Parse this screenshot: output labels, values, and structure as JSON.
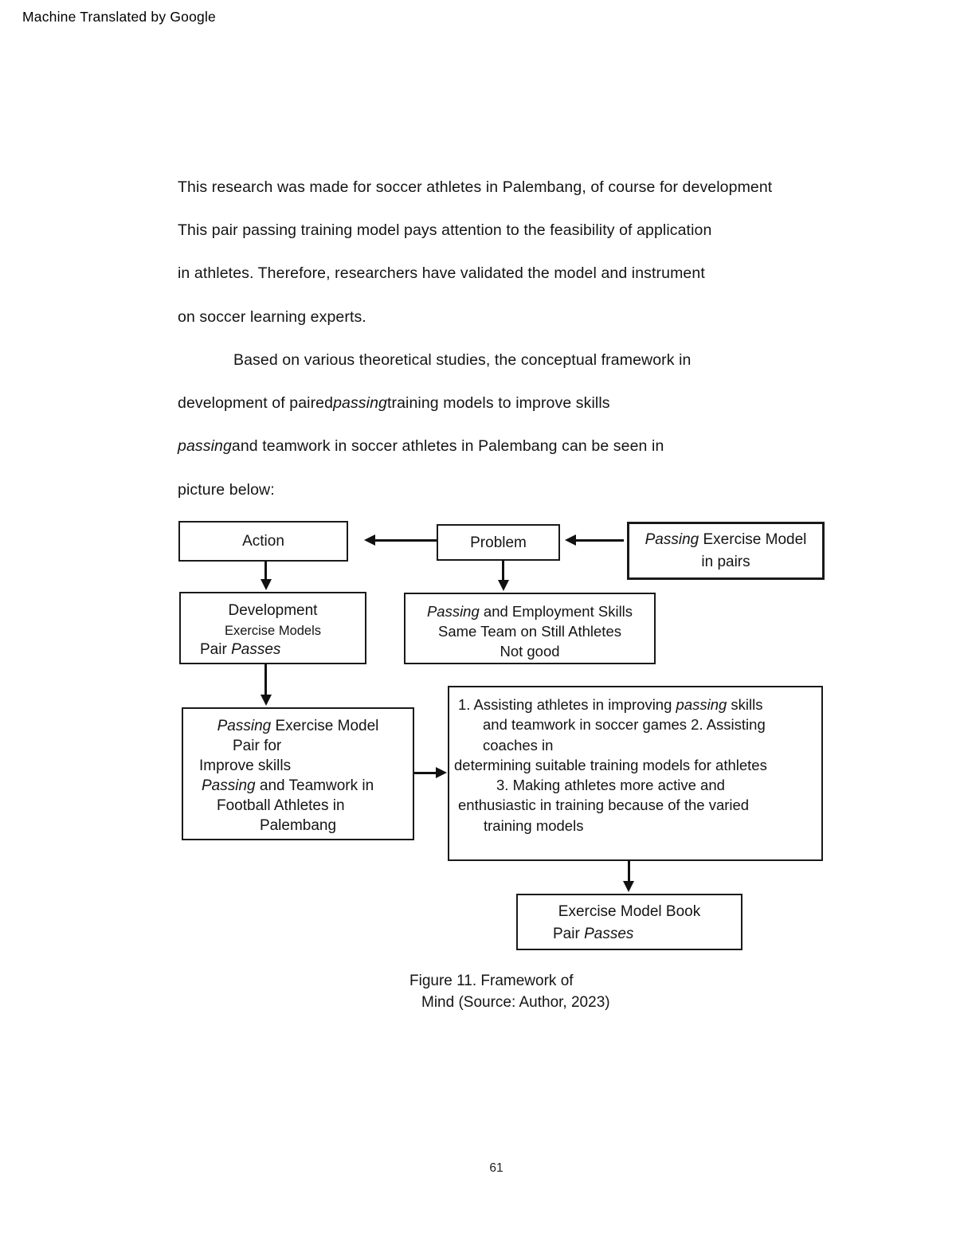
{
  "watermark": "Machine Translated by Google",
  "body": {
    "lines": [
      [
        {
          "text": "This research was made for soccer athletes in Palembang, of course for development"
        }
      ],
      [
        {
          "text": "This pair passing training model pays attention to the feasibility of application"
        }
      ],
      [
        {
          "text": "in athletes. Therefore, researchers have validated the model and instrument"
        }
      ],
      [
        {
          "text": "on soccer learning experts."
        }
      ],
      [
        {
          "text": "Based on various theoretical studies, the conceptual framework in"
        }
      ],
      [
        {
          "text": "development of paired "
        },
        {
          "text": "passing",
          "italic": true
        },
        {
          "text": " training models to improve skills"
        }
      ],
      [
        {
          "text": "passing",
          "italic": true
        },
        {
          "text": " and teamwork in soccer athletes in Palembang can be seen in"
        }
      ],
      [
        {
          "text": "picture below:"
        }
      ]
    ]
  },
  "diagram": {
    "action_box": [
      [
        {
          "text": "Action"
        }
      ]
    ],
    "problem_box": [
      [
        {
          "text": "Problem"
        }
      ]
    ],
    "pairs_box": [
      [
        {
          "text": "Passing",
          "italic": true
        },
        {
          "text": " Exercise Model"
        }
      ],
      [
        {
          "text": "in pairs"
        }
      ]
    ],
    "development_box": [
      [
        {
          "text": "Development"
        }
      ],
      [
        {
          "text": "Exercise Models"
        }
      ],
      [
        {
          "text": "Pair "
        },
        {
          "text": "Passes",
          "italic": true
        }
      ]
    ],
    "skills_box": [
      [
        {
          "text": "Passing",
          "italic": true
        },
        {
          "text": " and Employment Skills"
        }
      ],
      [
        {
          "text": "Same Team on Still Athletes"
        }
      ],
      [
        {
          "text": "Not good"
        }
      ]
    ],
    "model_pair_box": [
      [
        {
          "text": "Passing",
          "italic": true
        },
        {
          "text": " Exercise Model"
        }
      ],
      [
        {
          "text": "Pair for"
        }
      ],
      [
        {
          "text": "Improve skills"
        }
      ],
      [
        {
          "text": "Passing",
          "italic": true
        },
        {
          "text": " and Teamwork in"
        }
      ],
      [
        {
          "text": "Football Athletes in"
        }
      ],
      [
        {
          "text": "Palembang"
        }
      ]
    ],
    "outcomes_box": [
      [
        {
          "text": "1. Assisting athletes in improving "
        },
        {
          "text": "passing",
          "italic": true
        },
        {
          "text": " skills"
        }
      ],
      [
        {
          "text": "and teamwork in soccer games 2. Assisting"
        }
      ],
      [
        {
          "text": "coaches in"
        }
      ],
      [
        {
          "text": "determining suitable training models for athletes"
        }
      ],
      [
        {
          "text": "3. Making athletes more active and"
        }
      ],
      [
        {
          "text": "enthusiastic in training because of the varied"
        }
      ],
      [
        {
          "text": "training models"
        }
      ]
    ],
    "book_box": [
      [
        {
          "text": "Exercise Model Book"
        }
      ],
      [
        {
          "text": "Pair "
        },
        {
          "text": "Passes",
          "italic": true
        }
      ]
    ]
  },
  "caption": {
    "line1": "Figure 11. Framework of",
    "line2": "Mind (Source: Author, 2023)"
  },
  "footer": {
    "page_number": "61"
  }
}
